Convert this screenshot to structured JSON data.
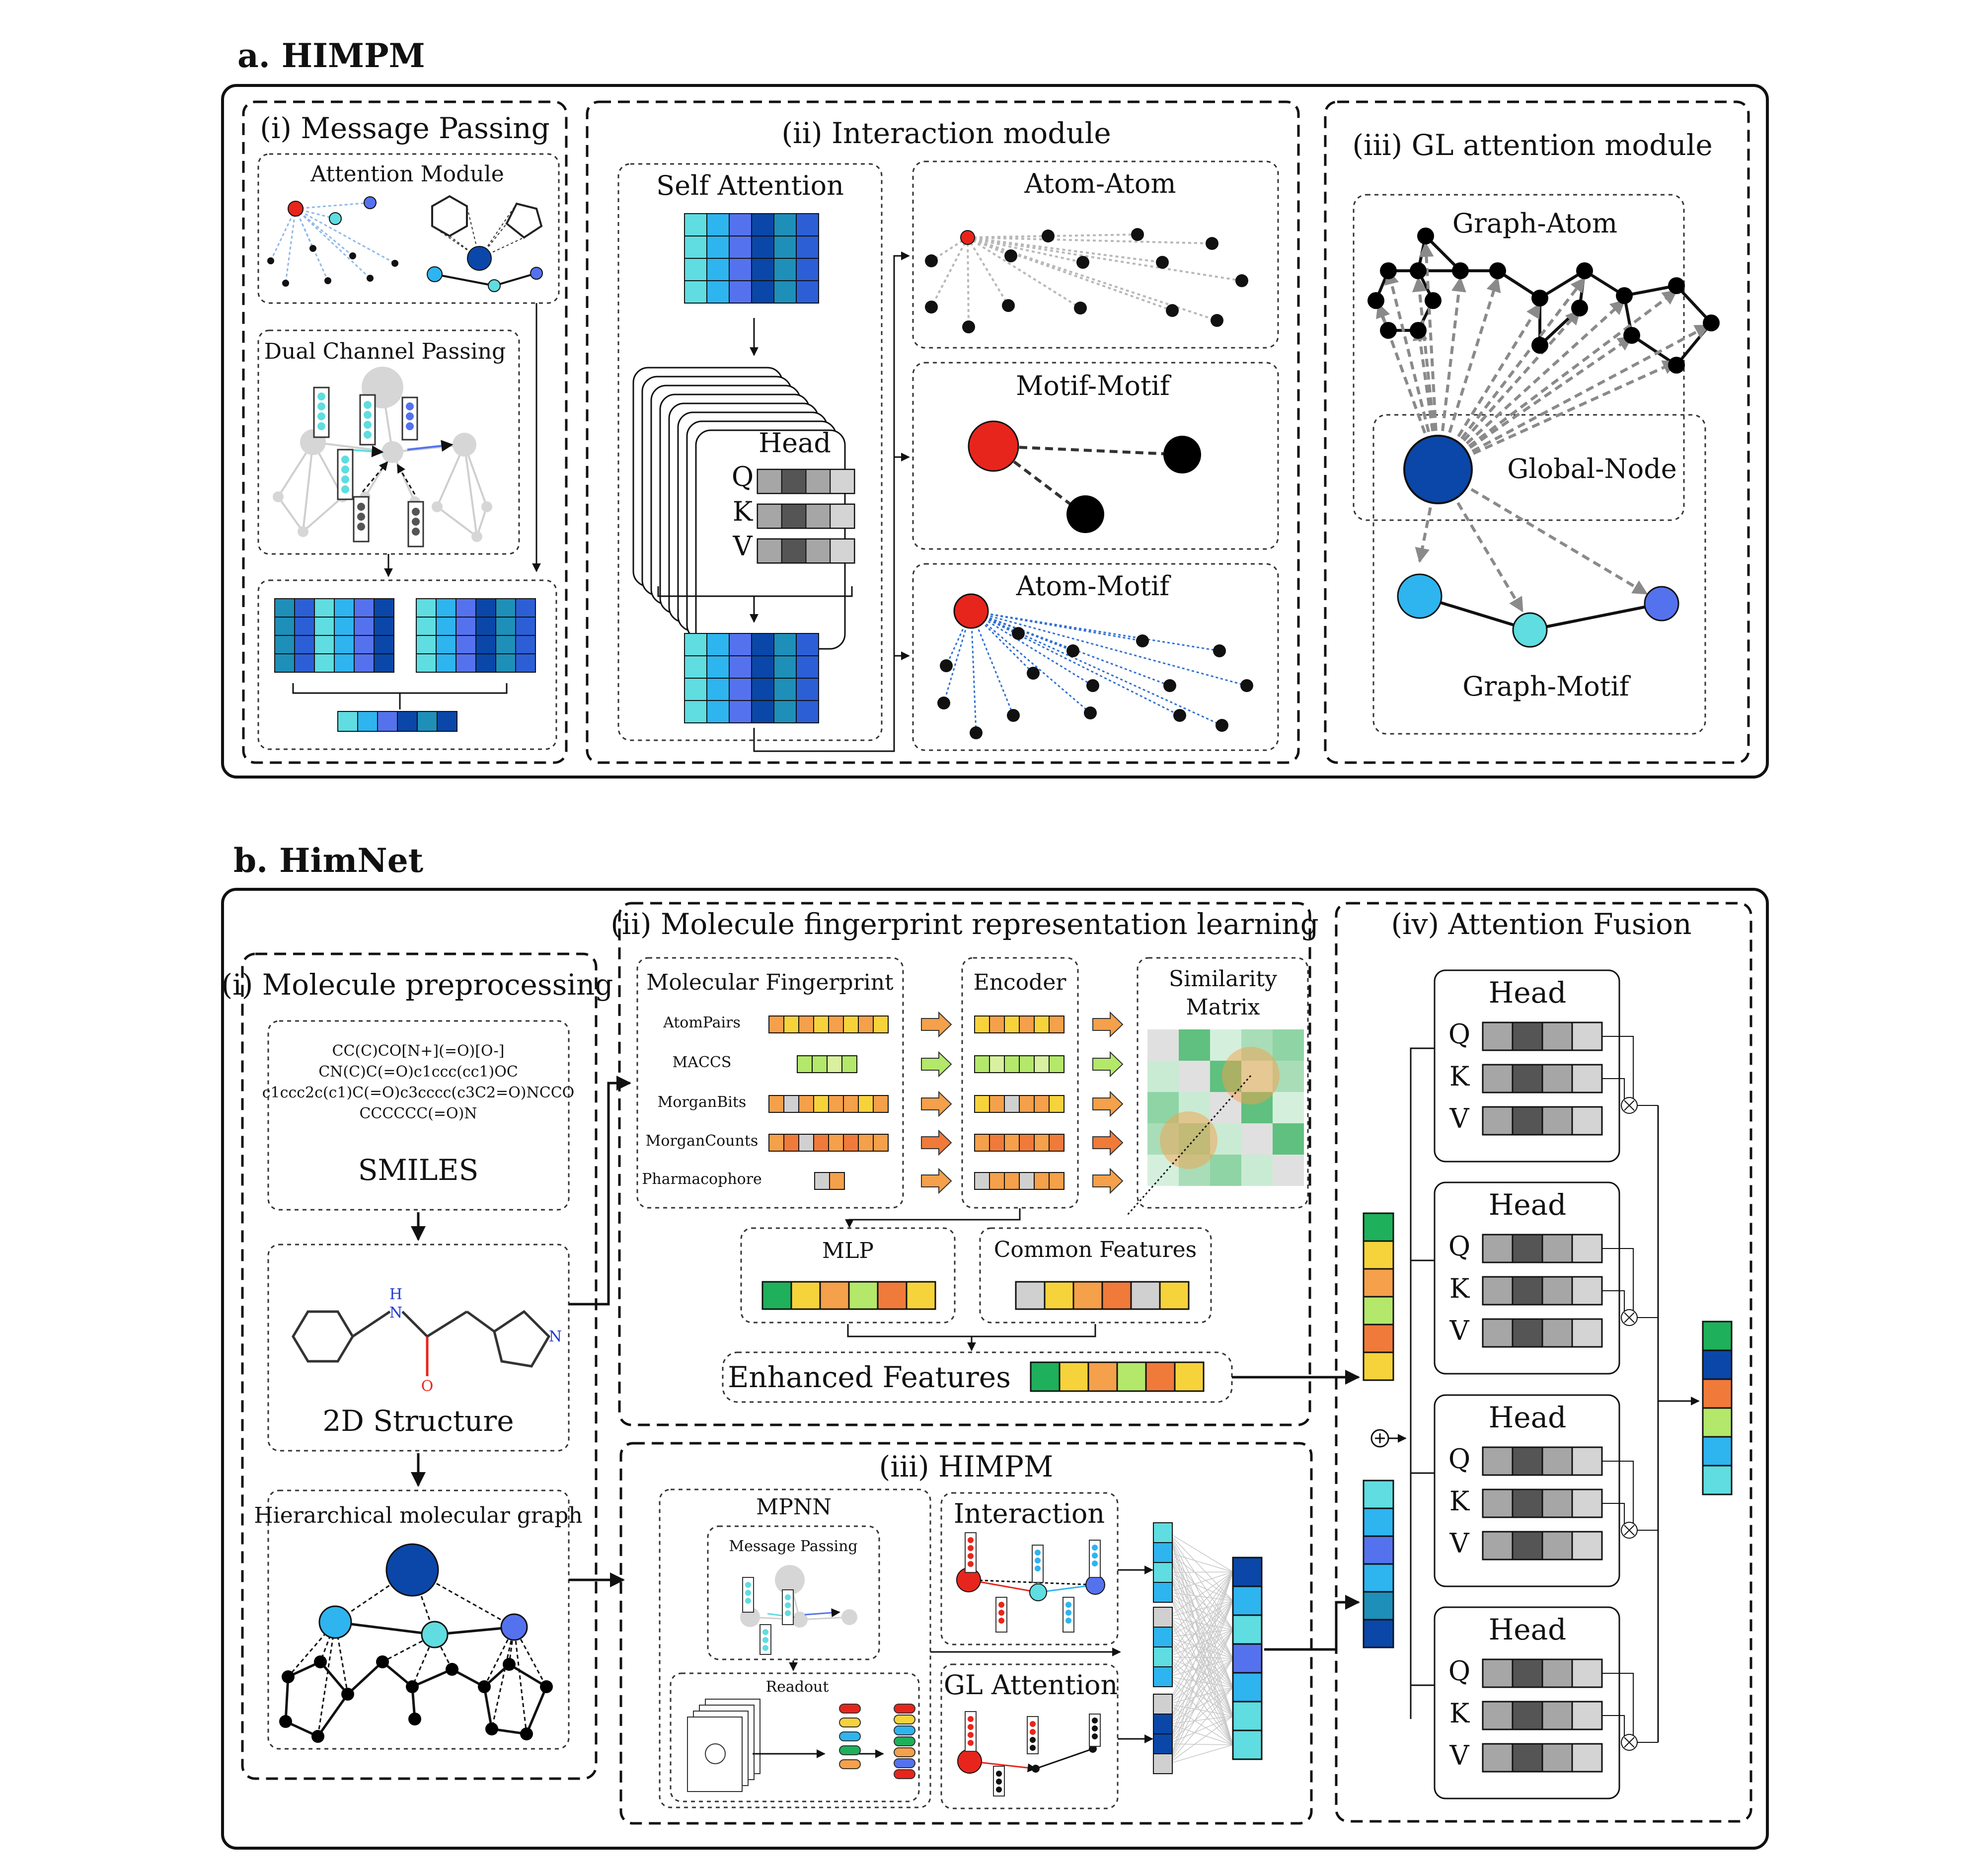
{
  "section_a": {
    "title": "a. HIMPM",
    "panel_i": {
      "title": "(i) Message Passing",
      "attention_module": "Attention Module",
      "dual_channel": "Dual Channel Passing"
    },
    "panel_ii": {
      "title": "(ii) Interaction module",
      "self_attention": "Self Attention",
      "head": "Head",
      "q": "Q",
      "k": "K",
      "v": "V",
      "atom_atom": "Atom-Atom",
      "motif_motif": "Motif-Motif",
      "atom_motif": "Atom-Motif"
    },
    "panel_iii": {
      "title": "(iii) GL attention module",
      "graph_atom": "Graph-Atom",
      "global_node": "Global-Node",
      "graph_motif": "Graph-Motif"
    }
  },
  "section_b": {
    "title": "b. HimNet",
    "panel_i": {
      "title": "(i) Molecule preprocessing",
      "smiles_lines": [
        "CC(C)CO[N+](=O)[O-]",
        "CN(C)C(=O)c1ccc(cc1)OC",
        "c1ccc2c(c1)C(=O)c3cccc(c3C2=O)NCCO",
        "CCCCCC(=O)N"
      ],
      "smiles_label": "SMILES",
      "atom_n": "N",
      "atom_h": "H",
      "atom_o": "O",
      "atom_n2": "N",
      "structure_label": "2D Structure",
      "graph_label": "Hierarchical molecular graph"
    },
    "panel_ii": {
      "title": "(ii) Molecule fingerprint representation learning",
      "fingerprint_title": "Molecular Fingerprint",
      "fingerprints": [
        "AtomPairs",
        "MACCS",
        "MorganBits",
        "MorganCounts",
        "Pharmacophore"
      ],
      "encoder": "Encoder",
      "similarity": [
        "Similarity",
        "Matrix"
      ],
      "mlp": "MLP",
      "common": "Common Features",
      "enhanced": "Enhanced Features"
    },
    "panel_iii": {
      "title": "(iii) HIMPM",
      "mpnn": "MPNN",
      "message_passing": "Message Passing",
      "readout": "Readout",
      "interaction": "Interaction",
      "gl_attention": "GL Attention"
    },
    "panel_iv": {
      "title": "(iv) Attention Fusion",
      "head": "Head",
      "q": "Q",
      "k": "K",
      "v": "V"
    }
  },
  "colors": {
    "red": "#e8251c",
    "dark_blue": "#0a47a8",
    "light_blue": "#2eb4ef",
    "cyan": "#5fdde0",
    "periwinkle": "#5572ee",
    "green": "#1eb05a",
    "yellow": "#f6d33b",
    "orange": "#f5a04a",
    "lime": "#b3e86a"
  }
}
